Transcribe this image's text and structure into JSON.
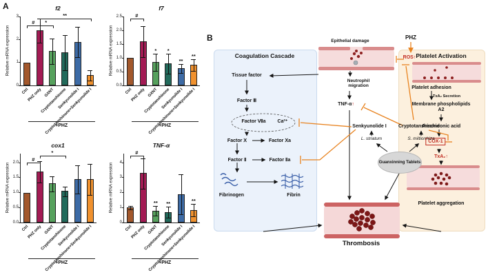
{
  "panelA": {
    "label": "A",
    "group_label": "+PHZ",
    "colors": [
      "#A3582C",
      "#A31B54",
      "#56A15D",
      "#226A5B",
      "#3D6BA6",
      "#F0912E"
    ]
  },
  "chart_data": [
    {
      "type": "bar",
      "title": "f2",
      "ylabel": "Relative mRNA expression",
      "categories": [
        "Ctrl",
        "PHZ only",
        "GXNT",
        "Cryptotanshinone",
        "Senkyunolide I",
        "Cryptotanshinone+Senkyunolide I"
      ],
      "values": [
        1.0,
        2.4,
        1.5,
        1.45,
        1.9,
        0.45
      ],
      "errors": [
        0,
        0.5,
        0.55,
        0.75,
        0.65,
        0.2
      ],
      "sig": [
        "",
        "",
        "",
        "",
        "",
        ""
      ],
      "brackets": [
        {
          "from": 0,
          "to": 1,
          "label": "#",
          "level": 1
        },
        {
          "from": 1,
          "to": 2,
          "label": "*",
          "level": 1
        },
        {
          "from": 1,
          "to": 5,
          "label": "**",
          "level": 0
        }
      ],
      "ylim": [
        0,
        3
      ],
      "yticks": [
        "0",
        "1",
        "2",
        "3"
      ]
    },
    {
      "type": "bar",
      "title": "f7",
      "ylabel": "Relative mRNA expression",
      "categories": [
        "Ctrl",
        "PHZ only",
        "GXNT",
        "Cryptotanshinone",
        "Senkyunolide I",
        "Cryptotanshinone+Senkyunolide I"
      ],
      "values": [
        1.0,
        1.6,
        0.85,
        0.8,
        0.62,
        0.75
      ],
      "errors": [
        0,
        0.55,
        0.3,
        0.35,
        0.15,
        0.2
      ],
      "sig": [
        "",
        "",
        "*",
        "*",
        "**",
        "**"
      ],
      "brackets": [
        {
          "from": 0,
          "to": 1,
          "label": "#",
          "level": 0
        }
      ],
      "ylim": [
        0,
        2.5
      ],
      "yticks": [
        "0.0",
        "0.5",
        "1.0",
        "1.5",
        "2.0",
        "2.5"
      ]
    },
    {
      "type": "bar",
      "title": "cox1",
      "ylabel": "Relative mRNA expression",
      "categories": [
        "Ctrl",
        "PHZ only",
        "GXNT",
        "Cryptotanshinone",
        "Senkyunolide I",
        "Cryptotanshinone+Senkyunolide I"
      ],
      "values": [
        1.0,
        1.7,
        1.3,
        1.05,
        1.45,
        1.45
      ],
      "errors": [
        0,
        0.35,
        0.25,
        0.15,
        0.45,
        0.5
      ],
      "sig": [
        "",
        "",
        "",
        "",
        "",
        ""
      ],
      "brackets": [
        {
          "from": 0,
          "to": 1,
          "label": "#",
          "level": 1
        },
        {
          "from": 1,
          "to": 3,
          "label": "*",
          "level": 0
        }
      ],
      "ylim": [
        0,
        2.3
      ],
      "yticks": [
        "0.0",
        "0.5",
        "1.0",
        "1.5",
        "2.0"
      ]
    },
    {
      "type": "bar",
      "title": "TNF-α",
      "ylabel": "Relative mRNA expression",
      "categories": [
        "Ctrl",
        "PHZ only",
        "GXNT",
        "Cryptotanshinone",
        "Senkyunolide I",
        "Cryptotanshinone+Senkyunolide I"
      ],
      "values": [
        1.0,
        3.3,
        0.8,
        0.7,
        1.9,
        0.85
      ],
      "errors": [
        0.1,
        1.0,
        0.3,
        0.35,
        1.3,
        0.4
      ],
      "sig": [
        "",
        "",
        "**",
        "**",
        "",
        "**"
      ],
      "brackets": [
        {
          "from": 0,
          "to": 1,
          "label": "#",
          "level": 0
        }
      ],
      "ylim": [
        0,
        4.6
      ],
      "yticks": [
        "0",
        "1",
        "2",
        "3",
        "4"
      ]
    }
  ],
  "panelB": {
    "label": "B",
    "coagulation": {
      "title": "Coagulation Cascade",
      "tissue_factor": "Tissue factor",
      "factor_iii": "Factor Ⅲ",
      "factor_viia": "Factor Ⅶa",
      "ca": "Ca²⁺",
      "factor_x": "Factor Ⅹ",
      "factor_xa": "Factor Ⅹa",
      "factor_ii": "Factor Ⅱ",
      "factor_iia": "Factor Ⅱa",
      "fibrinogen": "Fibrinogen",
      "fibrin": "Fibrin"
    },
    "platelet": {
      "title": "Platelet Activation",
      "adhesion": "Platelet adhesion",
      "txa2_secretion": "TxA₂ Secretion",
      "membrane": "Membrane phospholipids A2",
      "arachidonic": "Arachidonic acid",
      "cox1": "COX-1",
      "txa2": "TxA₂↑",
      "aggregation": "Platelet aggregation"
    },
    "middle": {
      "epithelial": "Epithelial damage",
      "phz": "PHZ",
      "ros": "ROS↑",
      "neutrophil": "Neutrophil migration",
      "tnf": "TNF-α",
      "up": "↑",
      "senkyunolide": "Senkyunolide I",
      "cryptotanshinone": "Cryptotanshinone",
      "l_striatum": "L. striatum",
      "s_miltiorrhiza": "S. miltiorrhiza",
      "guanxinning": "Guanxinning Tablets",
      "thrombosis": "Thrombosis"
    }
  }
}
